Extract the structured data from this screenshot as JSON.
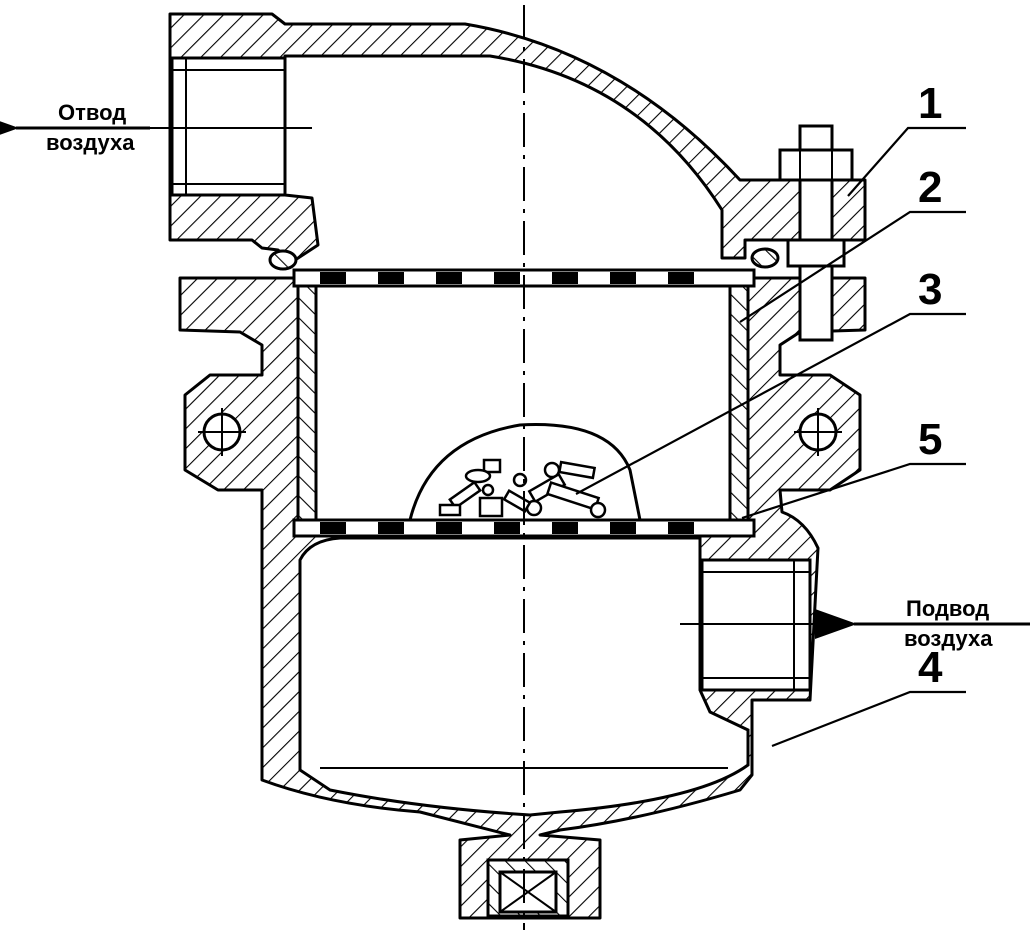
{
  "labels": {
    "outlet_line1": "Отвод",
    "outlet_line2": "воздуха",
    "inlet_line1": "Подвод",
    "inlet_line2": "воздуха"
  },
  "callouts": [
    "1",
    "2",
    "3",
    "5",
    "4"
  ]
}
